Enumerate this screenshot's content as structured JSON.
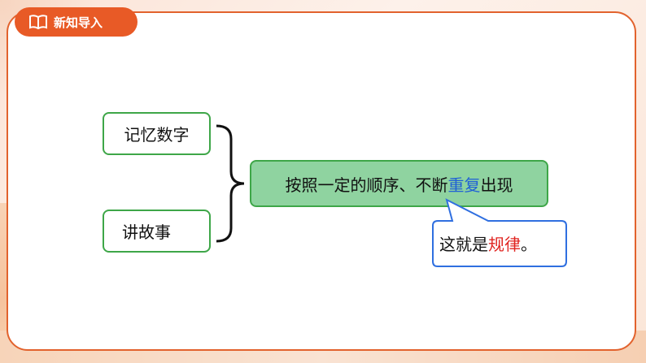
{
  "header": {
    "tag_label": "新知导入"
  },
  "boxes": {
    "memory": "记忆数字",
    "story": "讲故事",
    "main_pre": "按照一定的顺序、不断",
    "main_highlight": "重复",
    "main_post": "出现"
  },
  "callout": {
    "pre": "这就是",
    "highlight": "规律",
    "post": "。"
  },
  "colors": {
    "accent": "#e85a26",
    "green_border": "#3ea648",
    "green_fill": "#8fd3a0",
    "blue_border": "#2f6fe0",
    "highlight_blue": "#1f5fd6",
    "highlight_red": "#e0231f"
  },
  "icons": {
    "tag_icon": "open-book-icon"
  }
}
